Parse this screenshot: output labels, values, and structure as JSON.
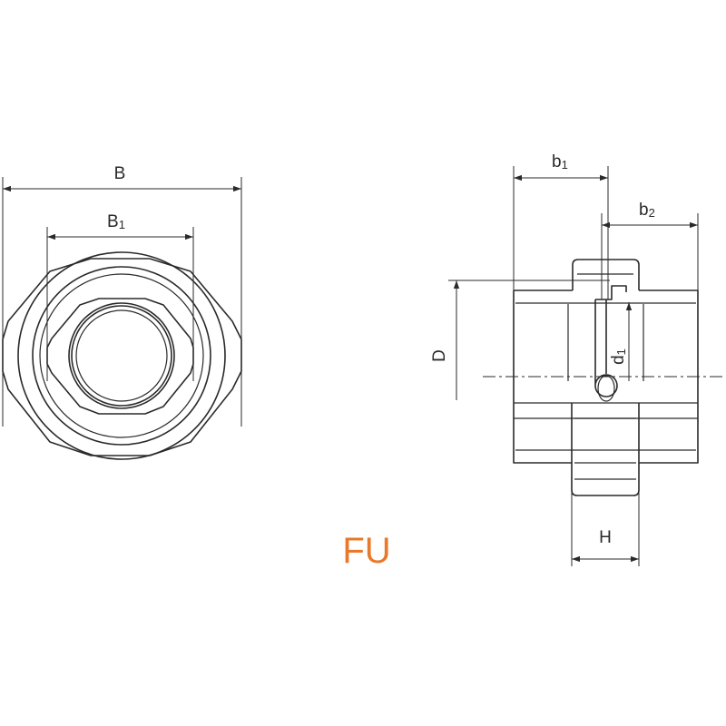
{
  "title": "FU",
  "colors": {
    "title": "#e8782a",
    "line": "#2a2a2a"
  },
  "front_view": {
    "label_B": "B",
    "label_B1_main": "B",
    "label_B1_sub": "1"
  },
  "side_view": {
    "label_b1_main": "b",
    "label_b1_sub": "1",
    "label_b2_main": "b",
    "label_b2_sub": "2",
    "label_D": "D",
    "label_d1_main": "d",
    "label_d1_sub": "1",
    "label_H": "H"
  }
}
